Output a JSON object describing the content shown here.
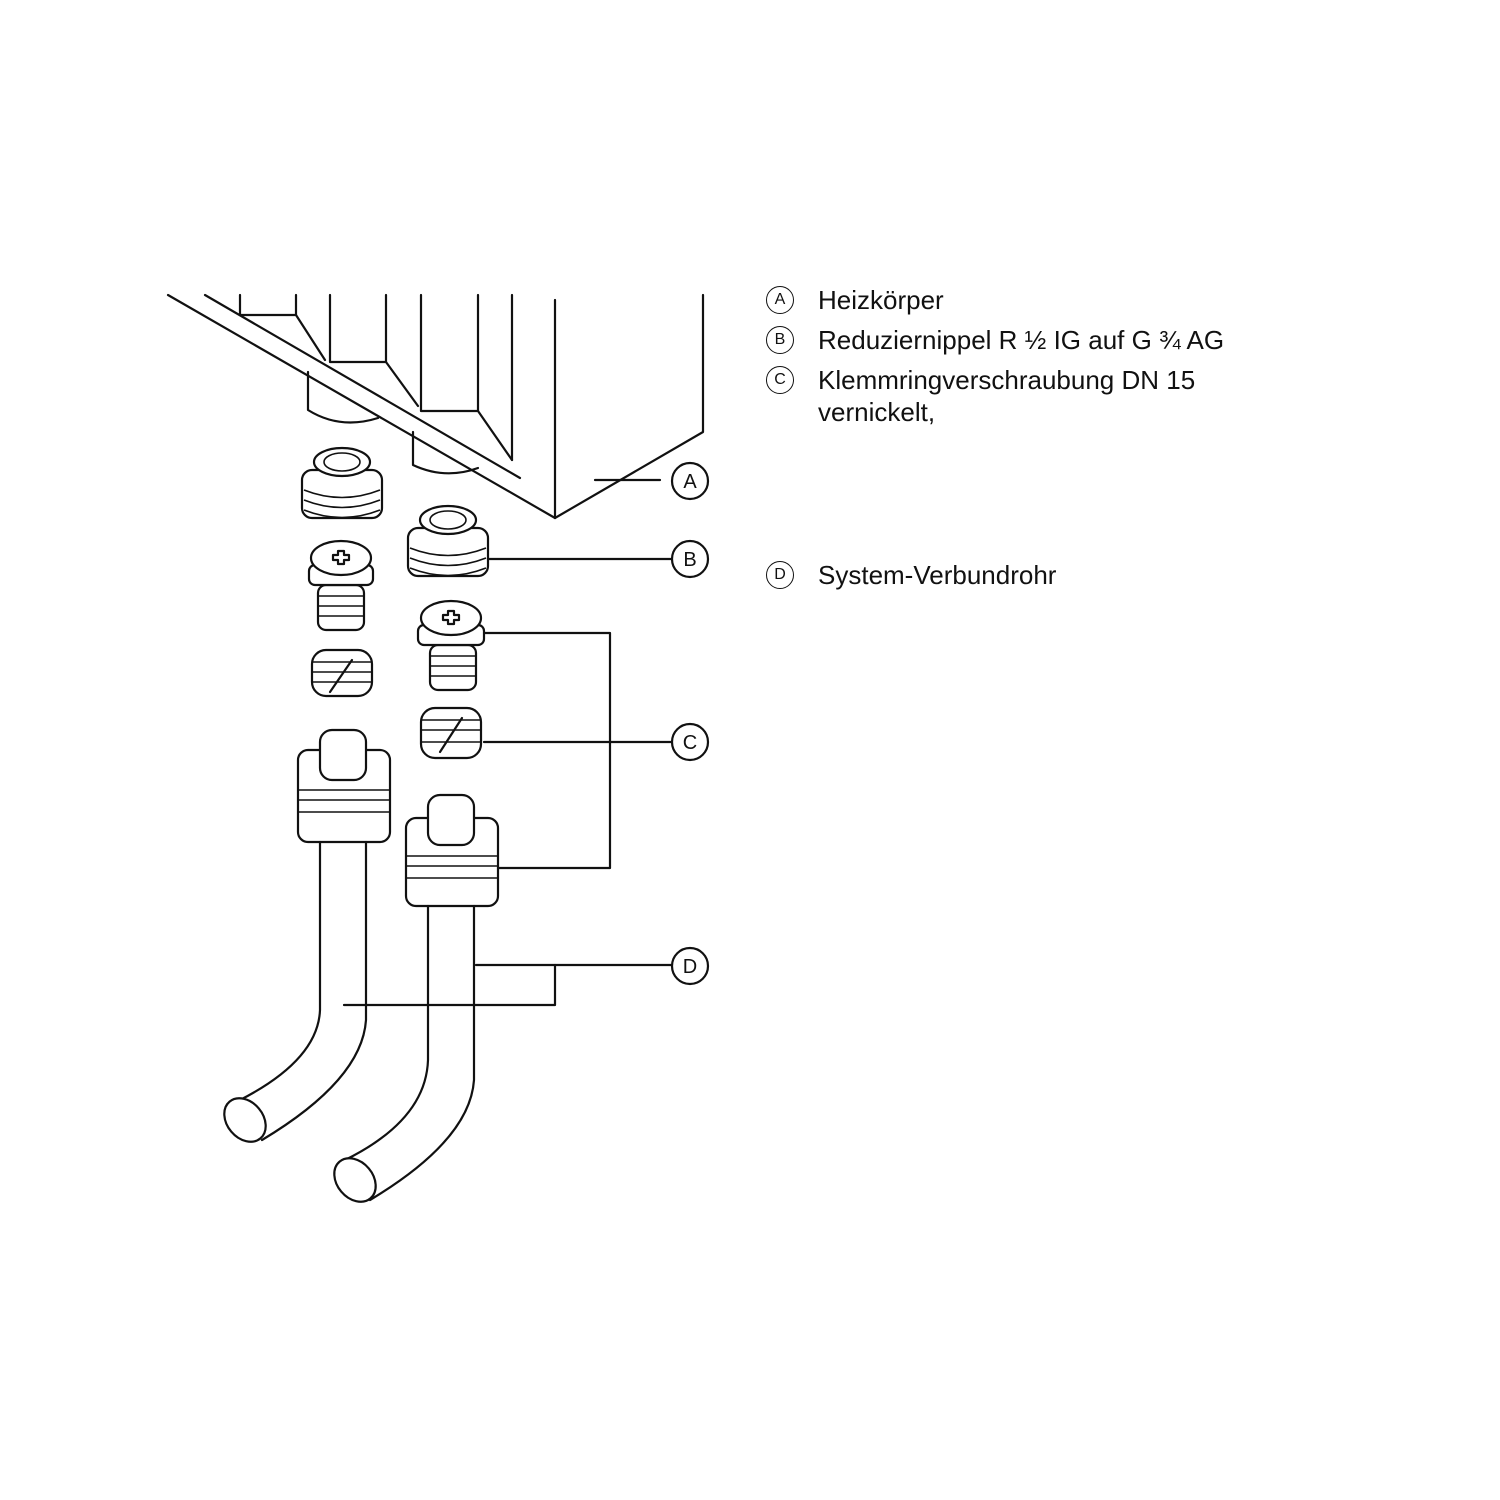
{
  "callouts": [
    "A",
    "B",
    "C",
    "D"
  ],
  "legend": [
    {
      "key": "A",
      "lines": [
        "Heizkörper"
      ]
    },
    {
      "key": "B",
      "lines": [
        "Reduziernippel R ½ IG auf G ¾ AG"
      ]
    },
    {
      "key": "C",
      "lines": [
        "Klemmringverschraubung DN 15",
        "vernickelt,"
      ]
    },
    {
      "key": "D",
      "lines": [
        "System-Verbundrohr"
      ]
    }
  ]
}
